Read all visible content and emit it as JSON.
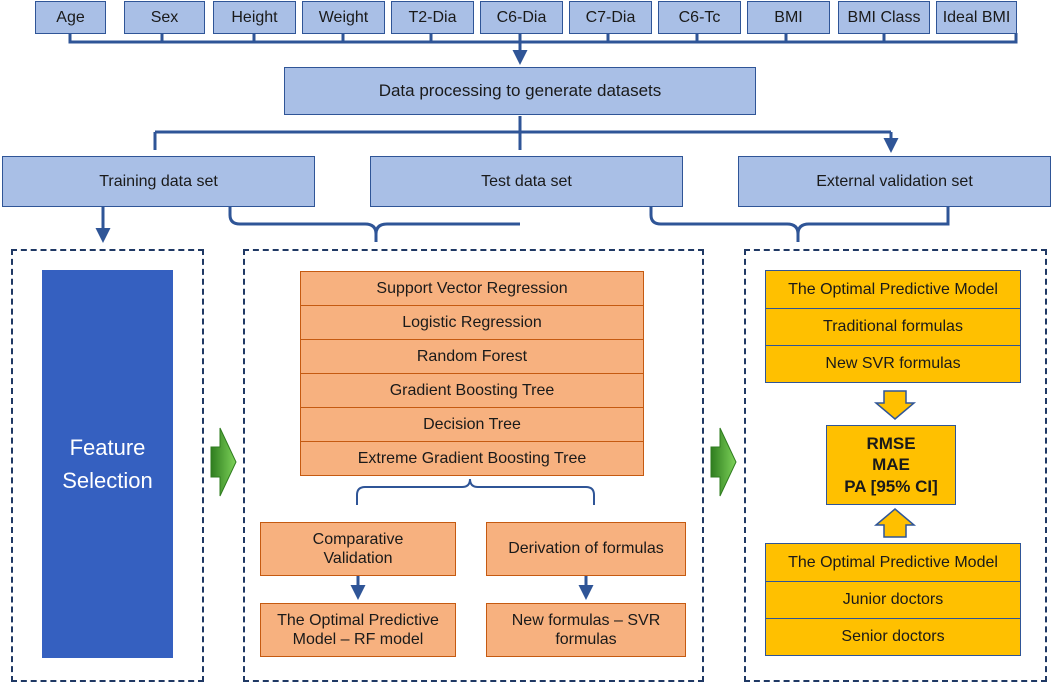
{
  "variables": [
    "Age",
    "Sex",
    "Height",
    "Weight",
    "T2-Dia",
    "C6-Dia",
    "C7-Dia",
    "C6-Tc",
    "BMI",
    "BMI Class",
    "Ideal BMI"
  ],
  "processing": "Data processing to generate datasets",
  "datasets": {
    "training": "Training data set",
    "test": "Test data set",
    "external": "External validation set"
  },
  "feature_selection": [
    "Feature",
    "Selection"
  ],
  "models": [
    "Support Vector Regression",
    "Logistic Regression",
    "Random Forest",
    "Gradient Boosting Tree",
    "Decision Tree",
    "Extreme Gradient Boosting Tree"
  ],
  "comparative": [
    "Comparative",
    "Validation"
  ],
  "derivation": "Derivation of formulas",
  "optimal_rf": [
    "The Optimal Predictive",
    "Model – RF model"
  ],
  "new_formulas": [
    "New  formulas – SVR",
    "formulas"
  ],
  "validation_top": [
    "The Optimal Predictive Model",
    "Traditional formulas",
    "New SVR  formulas"
  ],
  "metrics": [
    "RMSE",
    "MAE",
    "PA [95% CI]"
  ],
  "validation_bottom": [
    "The Optimal Predictive Model",
    "Junior doctors",
    "Senior doctors"
  ],
  "colors": {
    "blue_fill": "#a9bfe6",
    "blue_line": "#2f5597",
    "orange_fill": "#f7b17f",
    "gold_fill": "#ffc000",
    "feature_fill": "#3560c0",
    "arrow_green": "#4ea72e"
  }
}
